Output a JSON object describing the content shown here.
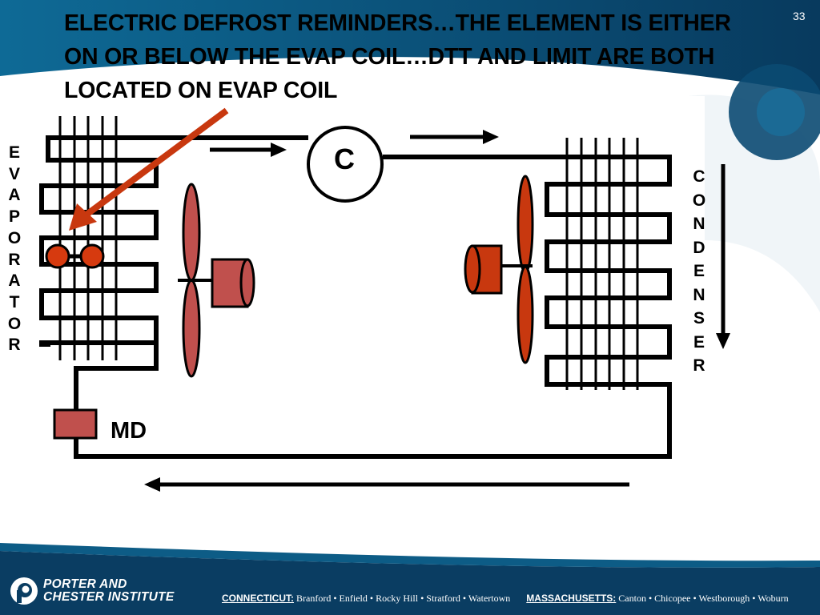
{
  "slide": {
    "title": "ELECTRIC DEFROST REMINDERS…THE ELEMENT IS EITHER ON OR BELOW THE EVAP COIL…DTT AND LIMIT ARE BOTH LOCATED ON EVAP COIL",
    "number": "33"
  },
  "diagram": {
    "evaporator_letters": [
      "E",
      "V",
      "A",
      "P",
      "O",
      "R",
      "A",
      "T",
      "O",
      "R"
    ],
    "condenser_letters": [
      "C",
      "O",
      "N",
      "D",
      "E",
      "N",
      "S",
      "E",
      "R"
    ],
    "compressor_label": "C",
    "metering_device_label": "MD",
    "colors": {
      "line": "#000000",
      "arrow_red": "#c8380f",
      "fan_fill": "#c0504d",
      "motor_dark": "#c4300a",
      "dot_fill": "#d63a0f",
      "footer_blue": "#0a3d62",
      "accent_blue": "#0d5c86"
    }
  },
  "footer": {
    "brand_line1": "PORTER AND",
    "brand_line2": "CHESTER INSTITUTE",
    "state1": "CONNECTICUT:",
    "ct_towns": [
      "Branford",
      "Enfield",
      "Rocky Hill",
      "Stratford",
      "Watertown"
    ],
    "state2": "MASSACHUSETTS:",
    "ma_towns": [
      "Canton",
      "Chicopee",
      "Westborough",
      "Woburn"
    ],
    "separator": "•"
  }
}
